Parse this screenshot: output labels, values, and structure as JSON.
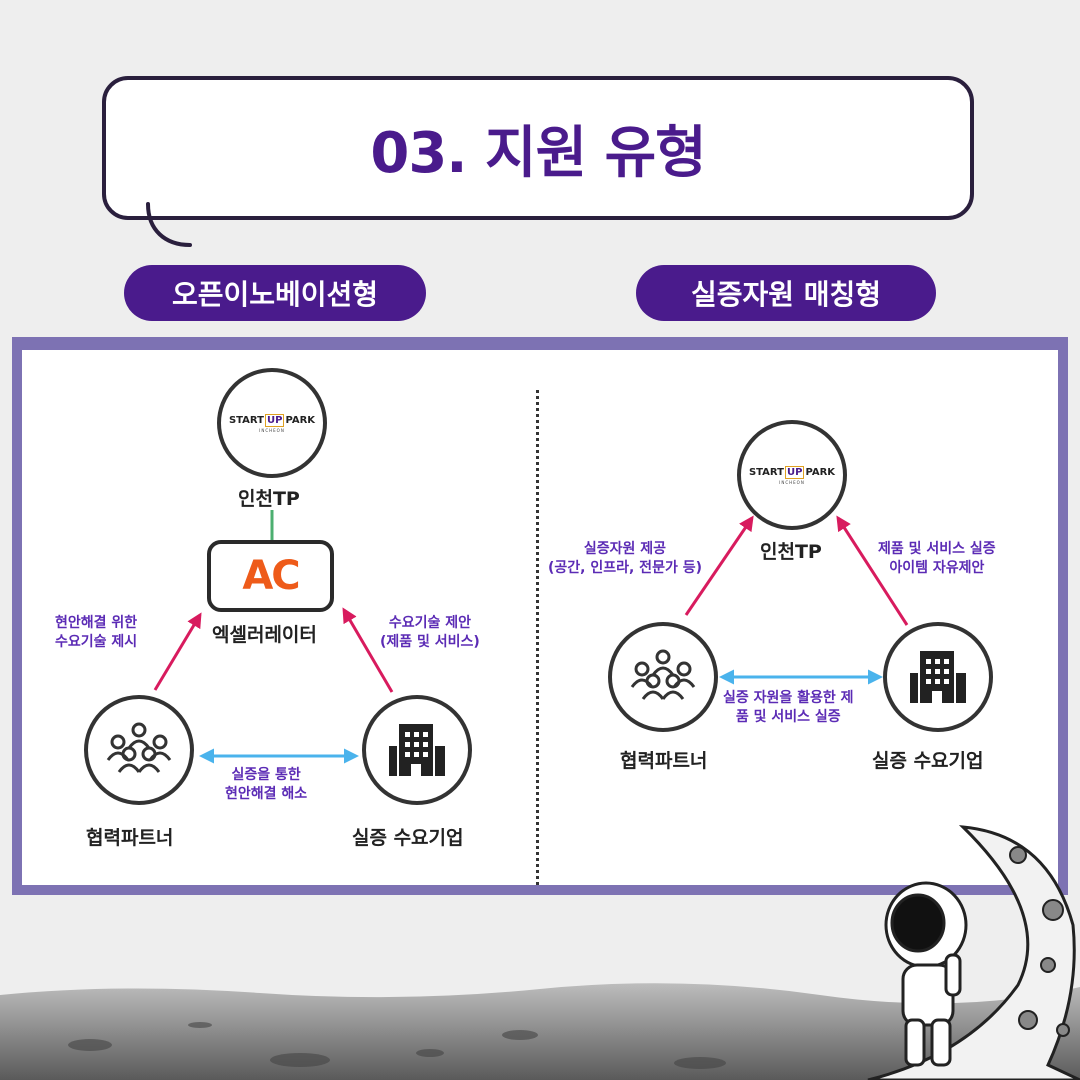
{
  "title": "03. 지원 유형",
  "types": {
    "left_label": "오픈이노베이션형",
    "right_label": "실증자원 매칭형"
  },
  "logo": {
    "start": "START",
    "up": "UP",
    "park": "PARK",
    "sub": "INCHEON"
  },
  "left_diagram": {
    "top_node": "인천TP",
    "center_box": "AC",
    "center_label": "엑셀러레이터",
    "partner_label": "협력파트너",
    "company_label": "실증 수요기업",
    "note_left_1": "현안해결 위한",
    "note_left_2": "수요기술 제시",
    "note_right_1": "수요기술 제안",
    "note_right_2": "(제품 및 서비스)",
    "note_bottom_1": "실증을 통한",
    "note_bottom_2": "현안해결 해소"
  },
  "right_diagram": {
    "top_node": "인천TP",
    "partner_label": "협력파트너",
    "company_label": "실증 수요기업",
    "note_left_1": "실증자원 제공",
    "note_left_2": "(공간, 인프라, 전문가 등)",
    "note_right_1": "제품 및 서비스 실증",
    "note_right_2": "아이템 자유제안",
    "note_bottom_1": "실증 자원을 활용한 제",
    "note_bottom_2": "품 및 서비스 실증"
  },
  "colors": {
    "purple": "#4a1b8c",
    "arrow_red": "#d81b5e",
    "arrow_blue": "#4ab3ec",
    "link_green": "#4caf70",
    "ac_orange": "#ee5b1a"
  }
}
